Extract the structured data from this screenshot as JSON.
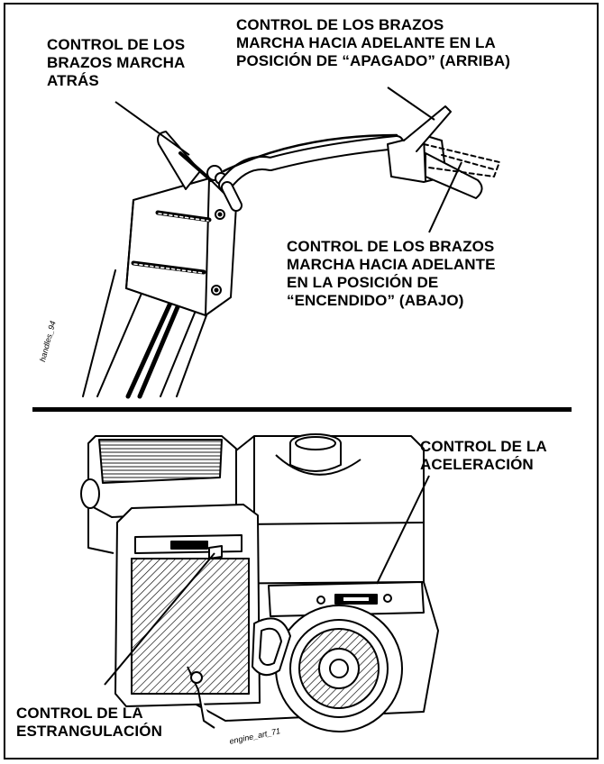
{
  "top_panel": {
    "label_reverse": [
      "CONTROL DE LOS",
      "BRAZOS MARCHA",
      "ATRÁS"
    ],
    "label_forward_off": [
      "CONTROL DE LOS BRAZOS",
      "MARCHA HACIA ADELANTE EN LA",
      "POSICIÓN DE “APAGADO” (ARRIBA)"
    ],
    "label_forward_on": [
      "CONTROL DE LOS BRAZOS",
      "MARCHA HACIA ADELANTE",
      "EN LA POSICIÓN DE",
      "“ENCENDIDO” (ABAJO)"
    ],
    "art_tag": "handles_94"
  },
  "bottom_panel": {
    "label_throttle": [
      "CONTROL DE LA",
      "ACELERACIÓN"
    ],
    "label_choke": [
      "CONTROL DE LA",
      "ESTRANGULACIÓN"
    ],
    "art_tag": "engine_art_71"
  }
}
